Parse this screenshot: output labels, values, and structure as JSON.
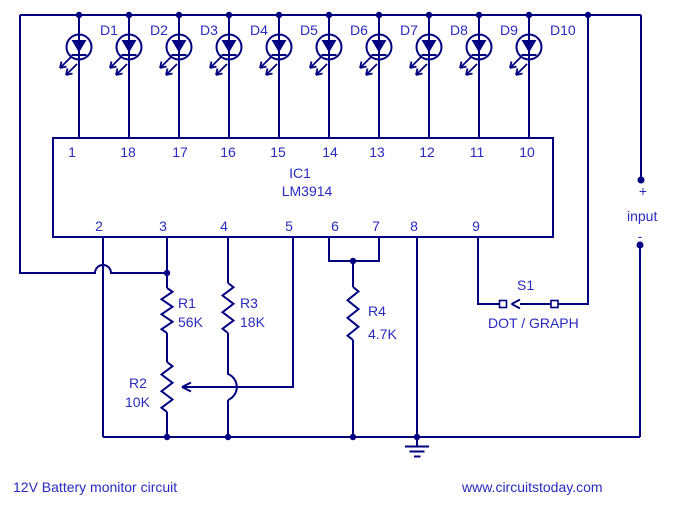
{
  "title": "12V Battery monitor circuit",
  "website": "www.circuitstoday.com",
  "colors": {
    "wire": "#000080",
    "text": "#2A2AC0",
    "background": "#FFFFFF"
  },
  "ic": {
    "ref": "IC1",
    "part": "LM3914",
    "top_pins": [
      "1",
      "18",
      "17",
      "16",
      "15",
      "14",
      "13",
      "12",
      "11",
      "10"
    ],
    "bottom_pins": [
      "2",
      "3",
      "4",
      "5",
      "6",
      "7",
      "8",
      "9"
    ]
  },
  "leds": [
    {
      "label": "D1"
    },
    {
      "label": "D2"
    },
    {
      "label": "D3"
    },
    {
      "label": "D4"
    },
    {
      "label": "D5"
    },
    {
      "label": "D6"
    },
    {
      "label": "D7"
    },
    {
      "label": "D8"
    },
    {
      "label": "D9"
    },
    {
      "label": "D10"
    }
  ],
  "resistors": {
    "r1": {
      "ref": "R1",
      "value": "56K"
    },
    "r2": {
      "ref": "R2",
      "value": "10K"
    },
    "r3": {
      "ref": "R3",
      "value": "18K"
    },
    "r4": {
      "ref": "R4",
      "value": "4.7K"
    }
  },
  "switch": {
    "ref": "S1",
    "label": "DOT / GRAPH"
  },
  "input": {
    "plus": "+",
    "label": "input",
    "minus": "-"
  }
}
